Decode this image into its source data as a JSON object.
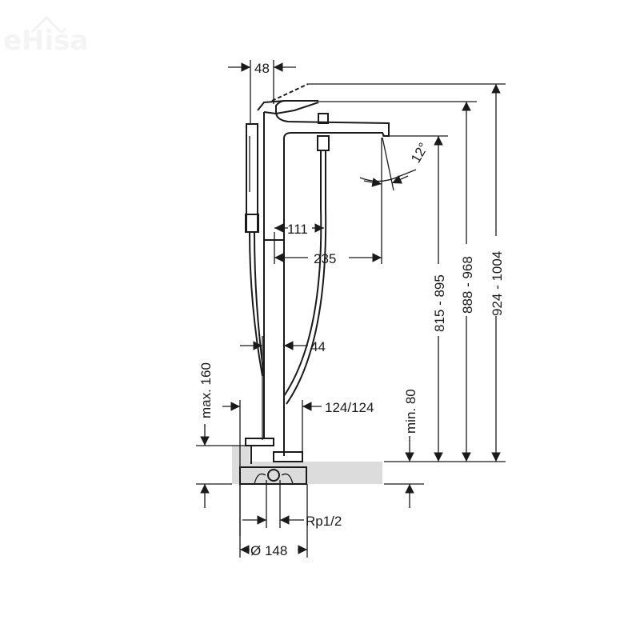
{
  "logo": {
    "text": "eHiša"
  },
  "colors": {
    "line": "#1a1a1a",
    "floor": "#dcdcdc"
  },
  "dimensions": {
    "width_top": "48",
    "height_lever_raised": "924 - 1004",
    "height_lever": "888 - 968",
    "height_spout": "815 - 895",
    "spout_angle": "12°",
    "spout_offset_inner": "111",
    "spout_projection": "235",
    "column_width": "44",
    "base_width": "124/124",
    "max_height": "max. 160",
    "min_depth": "min. 80",
    "connection": "Rp1/2",
    "diameter": "Ø 148"
  }
}
